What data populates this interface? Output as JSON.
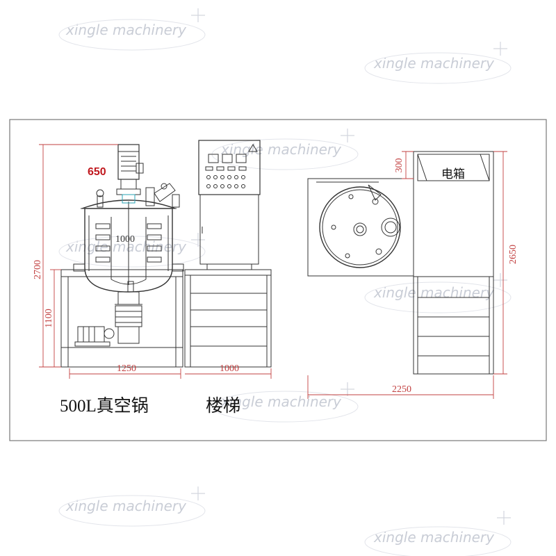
{
  "colors": {
    "line": "#333333",
    "dimension": "#c24040",
    "callout": "#c0181e",
    "watermark": "#c9cdd6",
    "frame": "#777777"
  },
  "watermark": "xingle machinery",
  "callouts": {
    "tank_part": "650",
    "tank_diameter": "1000"
  },
  "dimensions": {
    "total_height": "2700",
    "base_height": "1100",
    "tank_width": "1250",
    "stair_width": "1000",
    "box_height": "300",
    "platform_height": "2650",
    "plan_width": "2250"
  },
  "labels": {
    "vacuum_pot": "500L真空锅",
    "stairs": "楼梯",
    "electric_box": "电箱"
  }
}
